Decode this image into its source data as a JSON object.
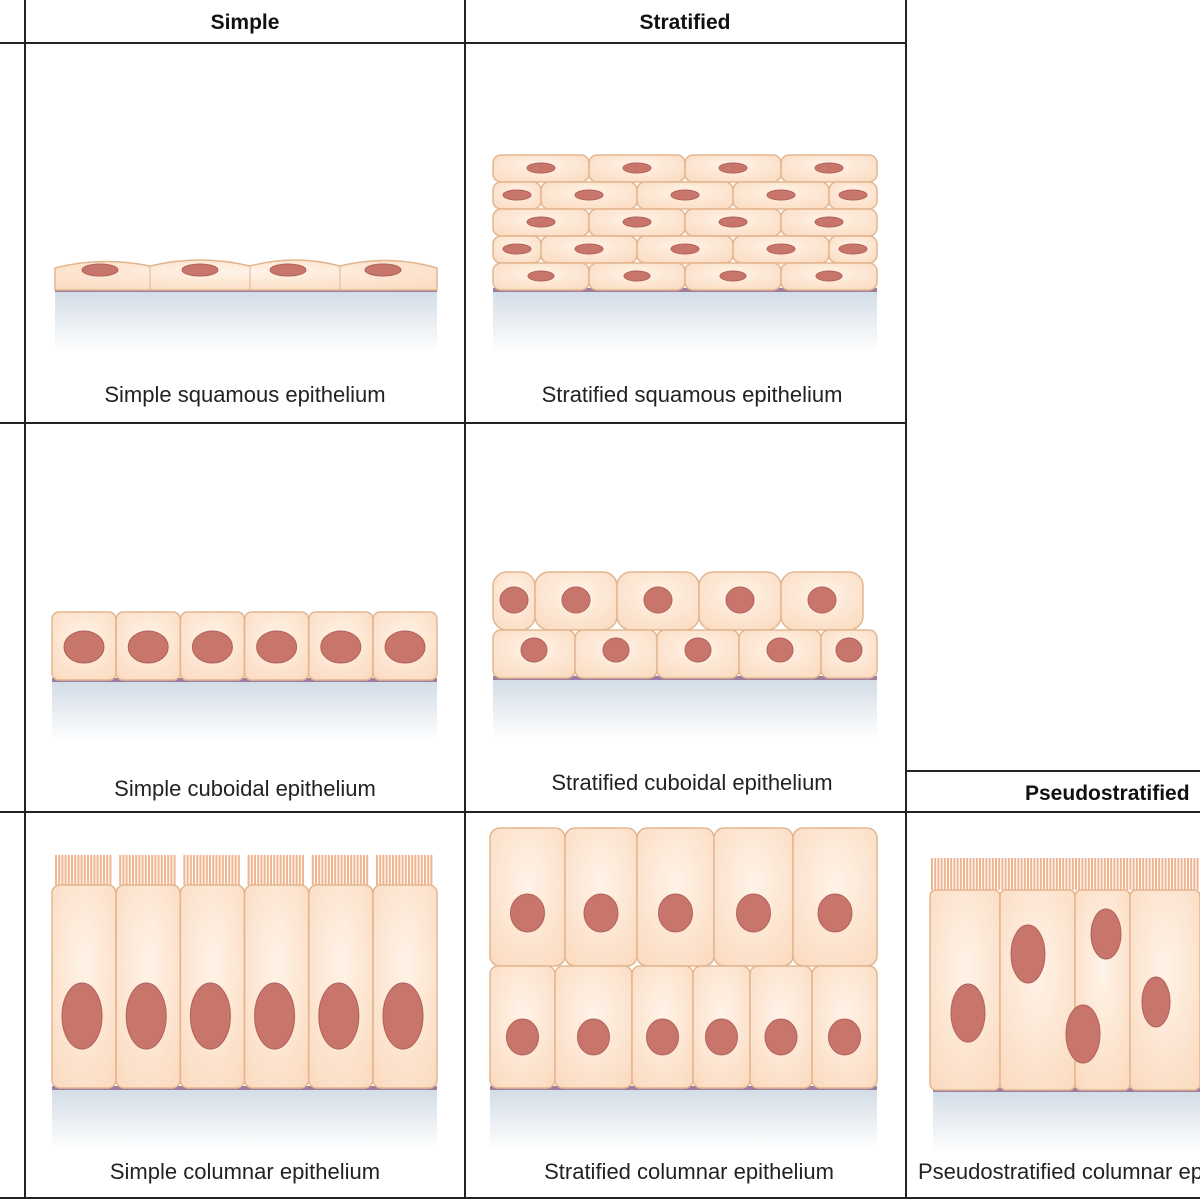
{
  "headers": {
    "simple": "Simple",
    "stratified": "Stratified",
    "pseudostratified": "Pseudostratified"
  },
  "captions": {
    "simple_squamous": "Simple squamous epithelium",
    "stratified_squamous": "Stratified squamous epithelium",
    "simple_cuboidal": "Simple cuboidal epithelium",
    "stratified_cuboidal": "Stratified cuboidal epithelium",
    "simple_columnar": "Simple columnar epithelium",
    "stratified_columnar": "Stratified columnar epithelium",
    "pseudostratified_columnar": "Pseudostratified columnar epithelium"
  },
  "colors": {
    "cell": "#fbe2cc",
    "cell_stroke": "#e3b58f",
    "nucleus": "#c8766b",
    "basement": "#9c7d9f",
    "tissue": "#d3dde6",
    "microvilli": "#f0b48e"
  }
}
